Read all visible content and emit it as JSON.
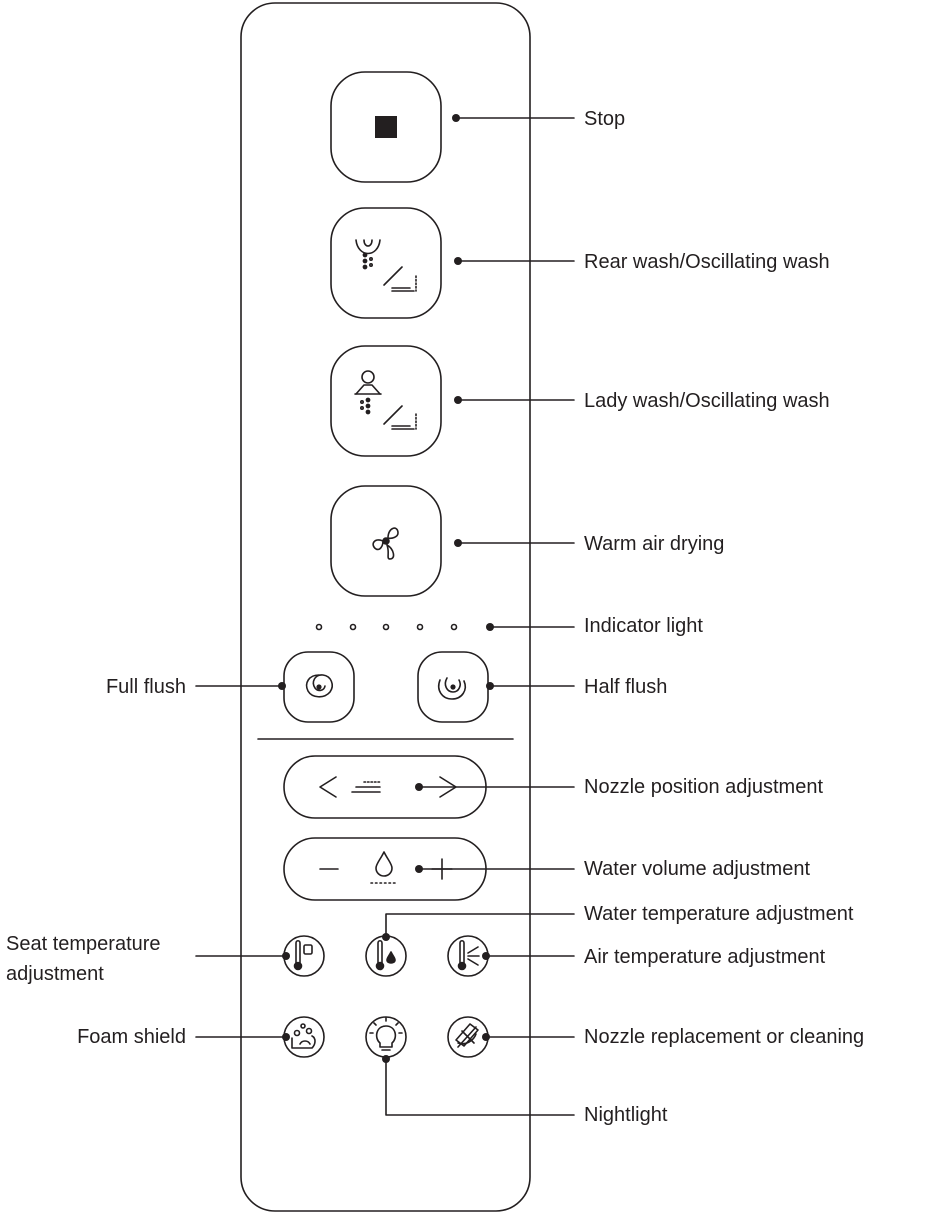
{
  "labels": {
    "stop": "Stop",
    "rear_wash": "Rear wash/Oscillating wash",
    "lady_wash": "Lady wash/Oscillating wash",
    "warm_air": "Warm air drying",
    "indicator": "Indicator light",
    "full_flush": "Full flush",
    "half_flush": "Half flush",
    "nozzle_position": "Nozzle position adjustment",
    "water_volume": "Water volume adjustment",
    "water_temp": "Water temperature adjustment",
    "seat_temp_line1": "Seat temperature",
    "seat_temp_line2": "adjustment",
    "air_temp": "Air temperature adjustment",
    "foam_shield": "Foam shield",
    "nozzle_replace": "Nozzle replacement or cleaning",
    "nightlight": "Nightlight"
  },
  "icons": {
    "stop": "stop-square-icon",
    "rear_wash": "rear-wash-icon",
    "lady_wash": "lady-wash-icon",
    "warm_air": "fan-icon",
    "full_flush": "flush-swirl-icon",
    "half_flush": "half-flush-swirl-icon",
    "nozzle_position": "nozzle-position-icon",
    "water_volume": "water-drop-icon",
    "seat_temp": "seat-thermometer-icon",
    "water_temp": "water-thermometer-icon",
    "air_temp": "air-thermometer-icon",
    "foam_shield": "foam-bubbles-icon",
    "nightlight": "lightbulb-icon",
    "nozzle_replace": "nozzle-cleaning-icon"
  },
  "colors": {
    "ink": "#231f20",
    "background": "#ffffff"
  }
}
